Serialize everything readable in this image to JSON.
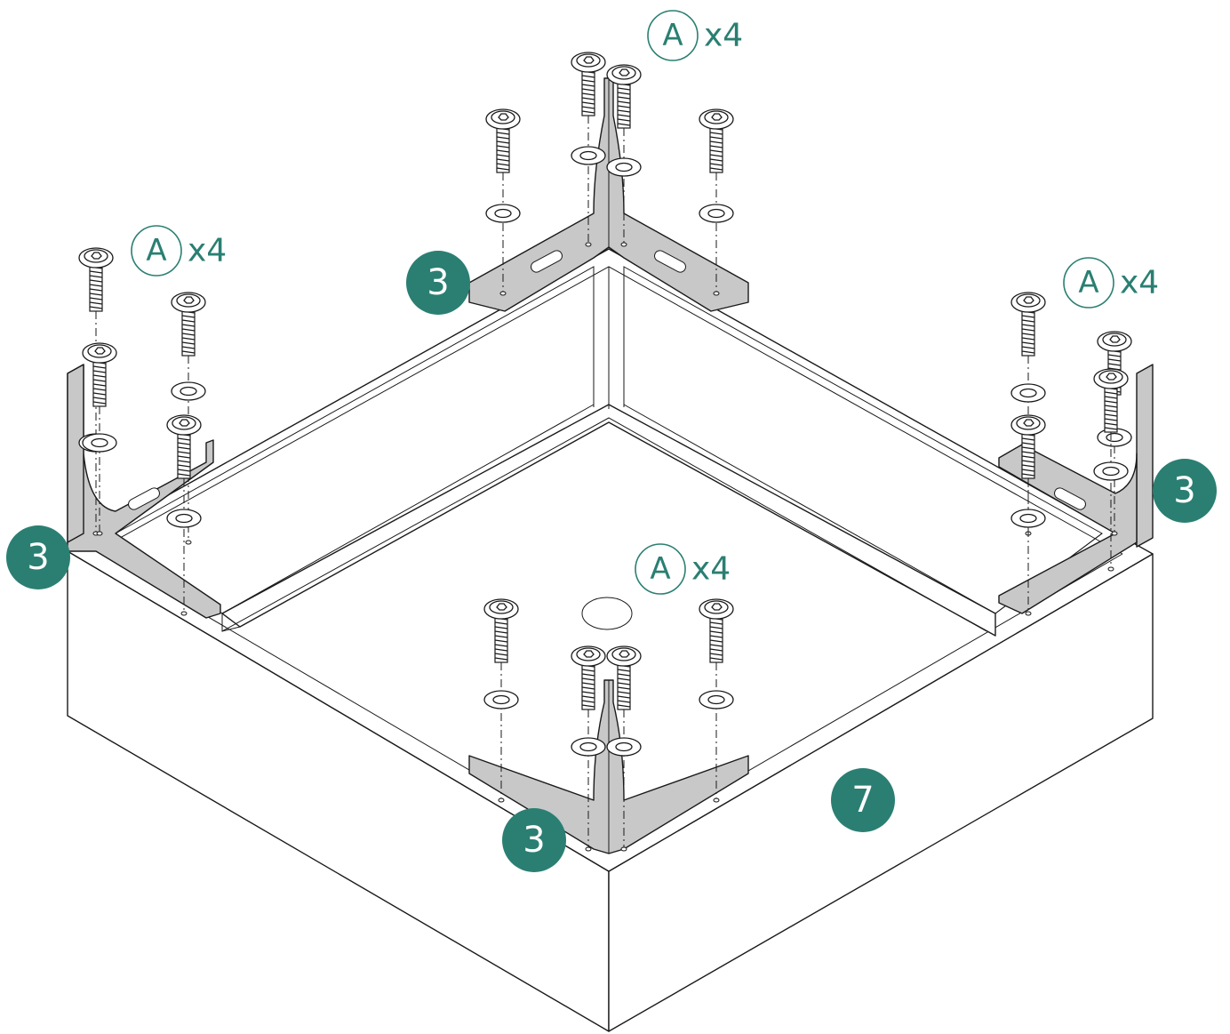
{
  "diagram": {
    "part_callouts": [
      {
        "id": "bracket-top",
        "label": "3"
      },
      {
        "id": "bracket-left",
        "label": "3"
      },
      {
        "id": "bracket-right",
        "label": "3"
      },
      {
        "id": "bracket-bottom",
        "label": "3"
      },
      {
        "id": "frame",
        "label": "7"
      }
    ],
    "hardware_callouts": [
      {
        "id": "hw-top",
        "letter": "A",
        "quantity": "x4"
      },
      {
        "id": "hw-left",
        "letter": "A",
        "quantity": "x4"
      },
      {
        "id": "hw-right",
        "letter": "A",
        "quantity": "x4"
      },
      {
        "id": "hw-bottom",
        "letter": "A",
        "quantity": "x4"
      }
    ],
    "colors": {
      "accent": "#2a7f72",
      "bracket_fill": "#c8c8c8",
      "line": "#1a1a1a",
      "background": "#ffffff"
    }
  }
}
